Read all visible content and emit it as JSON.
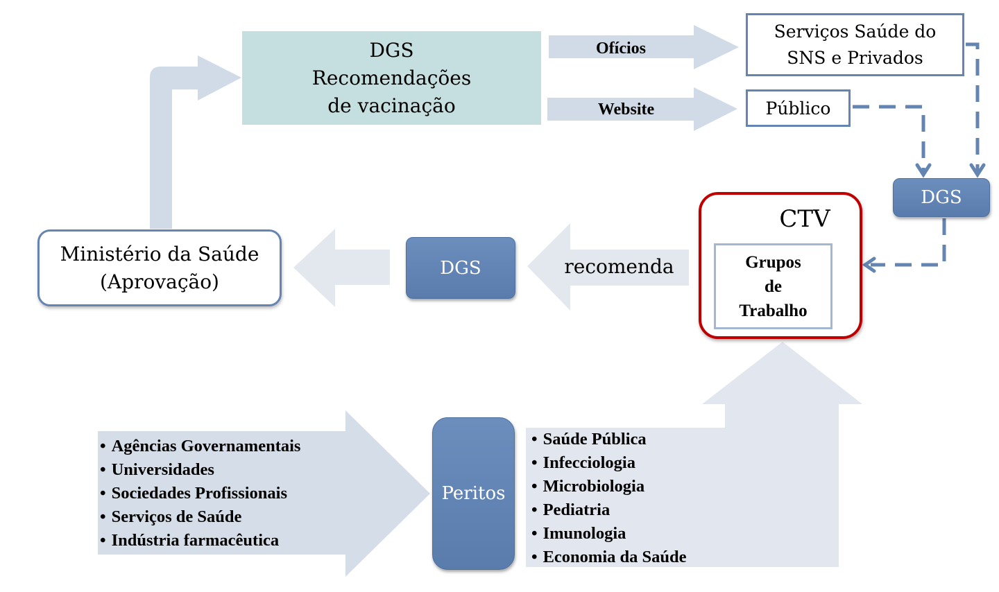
{
  "diagram": {
    "title_box": {
      "lines": [
        "DGS",
        "Recomendações",
        "de vacinação"
      ]
    },
    "channels": {
      "oficios": "Ofícios",
      "website": "Website"
    },
    "targets": {
      "servicos": [
        "Serviços Saúde do",
        "SNS e Privados"
      ],
      "publico": "Público"
    },
    "dgs_feedback": "DGS",
    "ctv": {
      "title": "CTV",
      "working_groups": [
        "Grupos",
        "de",
        "Trabalho"
      ]
    },
    "recommend_label": "recomenda",
    "dgs_intermediate": "DGS",
    "ministry": {
      "lines": [
        "Ministério da Saúde",
        "(Aprovação)"
      ]
    },
    "experts": {
      "label": "Peritos",
      "sources": [
        "Agências Governamentais",
        "Universidades",
        "Sociedades Profissionais",
        "Serviços de Saúde",
        "Indústria farmacêutica"
      ],
      "specialties": [
        "Saúde Pública",
        "Infecciologia",
        "Microbiologia",
        "Pediatria",
        "Imunologia",
        "Economia da Saúde"
      ]
    },
    "colors": {
      "arrow_fill": "#d0dbe7",
      "title_box_fill": "#c5dfe0",
      "box_border": "#6485b2",
      "dgs_fill": "#6384b1",
      "ctv_border": "#c00000",
      "dashed_connector": "#6485b2"
    }
  }
}
